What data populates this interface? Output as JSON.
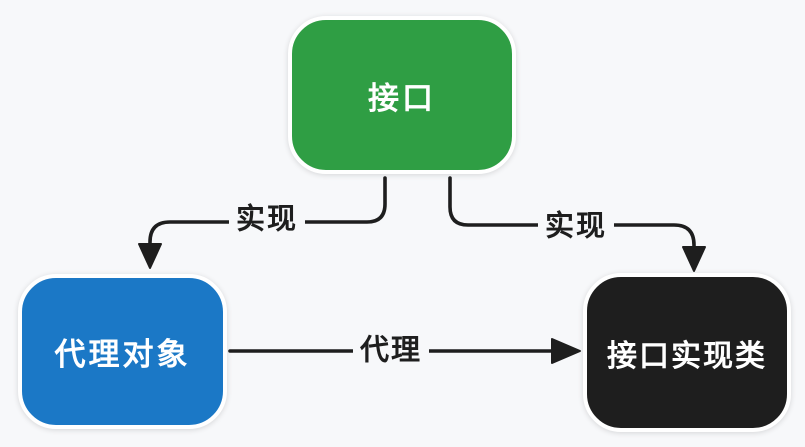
{
  "diagram": {
    "type": "flow-diagram",
    "background_color": "#f7f8fa",
    "stroke_color": "#1e1e1e",
    "nodes": [
      {
        "id": "interface",
        "label": "接口",
        "color": "#2f9e44",
        "text_color": "#ffffff",
        "position": "top-center"
      },
      {
        "id": "proxy",
        "label": "代理对象",
        "color": "#1b78c6",
        "text_color": "#ffffff",
        "position": "bottom-left"
      },
      {
        "id": "impl",
        "label": "接口实现类",
        "color": "#1e1e1e",
        "text_color": "#ffffff",
        "position": "bottom-right"
      }
    ],
    "edges": [
      {
        "id": "implement-left",
        "from": "interface",
        "to": "proxy",
        "label": "实现",
        "style": "elbow-arrow"
      },
      {
        "id": "implement-right",
        "from": "interface",
        "to": "impl",
        "label": "实现",
        "style": "elbow-arrow"
      },
      {
        "id": "proxy-edge",
        "from": "proxy",
        "to": "impl",
        "label": "代理",
        "style": "straight-arrow"
      }
    ]
  }
}
